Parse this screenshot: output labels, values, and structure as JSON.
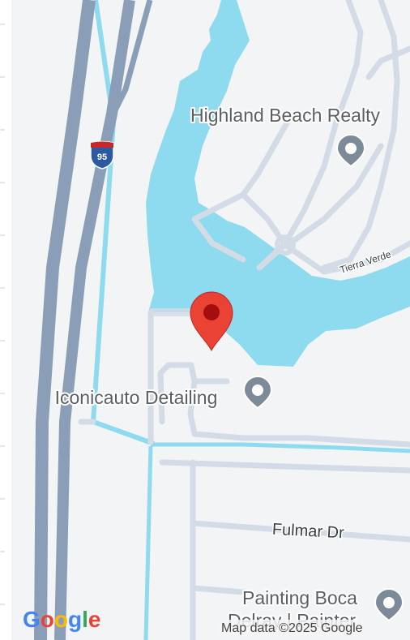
{
  "map": {
    "colors": {
      "land": "#f3f4f5",
      "water": "#8edaee",
      "highway": "#8a9fb7",
      "road": "#d3dbe6",
      "marker": "#ea4335",
      "poi": "#7d8a97"
    },
    "highway_shield": {
      "number": "95",
      "icon": "interstate-shield-icon"
    },
    "pois": [
      {
        "label": "Highland Beach Realty",
        "icon": "location-pin-icon"
      },
      {
        "label": "Iconicauto Detailing",
        "icon": "location-pin-icon"
      },
      {
        "label_line1": "Painting Boca",
        "label_line2": "Delray | Painter",
        "icon": "location-pin-icon"
      }
    ],
    "streets": {
      "tierra_verde": "Tierra Verde",
      "fulmar": "Fulmar Dr"
    },
    "marker": {
      "icon": "red-map-marker-icon"
    }
  },
  "footer": {
    "logo_letters": [
      "G",
      "o",
      "o",
      "g",
      "l",
      "e"
    ],
    "logo_colors": [
      "#4285F4",
      "#EA4335",
      "#FBBC05",
      "#4285F4",
      "#34A853",
      "#EA4335"
    ],
    "attribution": "Map data ©2025 Google"
  }
}
